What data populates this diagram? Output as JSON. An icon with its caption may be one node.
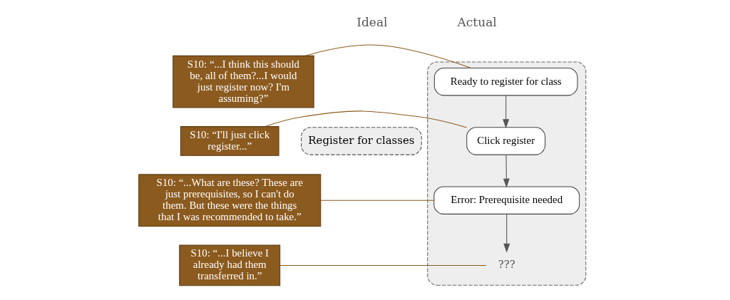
{
  "diagram": {
    "nodes": [
      {
        "text": [],
        "shape": "box"
      },
      {
        "text": [
          "Ready to register for class"
        ],
        "in": 0
      },
      {
        "text": [
          "S10: “...I think this should be, all of them?...I would just register now? I'm assuming?”"
        ]
      },
      {
        "text": [
          "S10: “I'll just click register...”"
        ]
      },
      {
        "text": [
          "Click register"
        ],
        "in": 0
      },
      {
        "text": [
          "S10: “...What are these? These are just prerequisites, so I can't do them. But these were the things that I was recommended to take.”"
        ]
      },
      {
        "text": [
          "Register for classes"
        ]
      },
      {
        "text": [
          "Error: Prerequisite needed"
        ],
        "in": 0
      },
      {
        "text": [
          "S10: “...I believe I already had them transferred in.”"
        ]
      },
      {
        "text": [
          "???"
        ],
        "in": 0
      }
    ],
    "edges": [
      {
        "from": 1,
        "to": 4,
        "arrow": "to",
        "color": "#555555"
      },
      {
        "from": 4,
        "to": 7,
        "arrow": "to",
        "color": "#555555"
      },
      {
        "from": 7,
        "to": 9,
        "arrow": "to",
        "color": "#555555"
      },
      {
        "from": 2,
        "to": 1,
        "arrow": "none",
        "color": "#8b5a1e"
      },
      {
        "from": 3,
        "to": 4,
        "arrow": "none",
        "color": "#8b5a1e"
      },
      {
        "from": 5,
        "to": 7,
        "arrow": "none",
        "color": "#8b5a1e"
      },
      {
        "from": 8,
        "to": 9,
        "arrow": "none",
        "color": "#8b5a1e"
      }
    ],
    "labels": [
      "Ideal",
      "Actual"
    ]
  }
}
